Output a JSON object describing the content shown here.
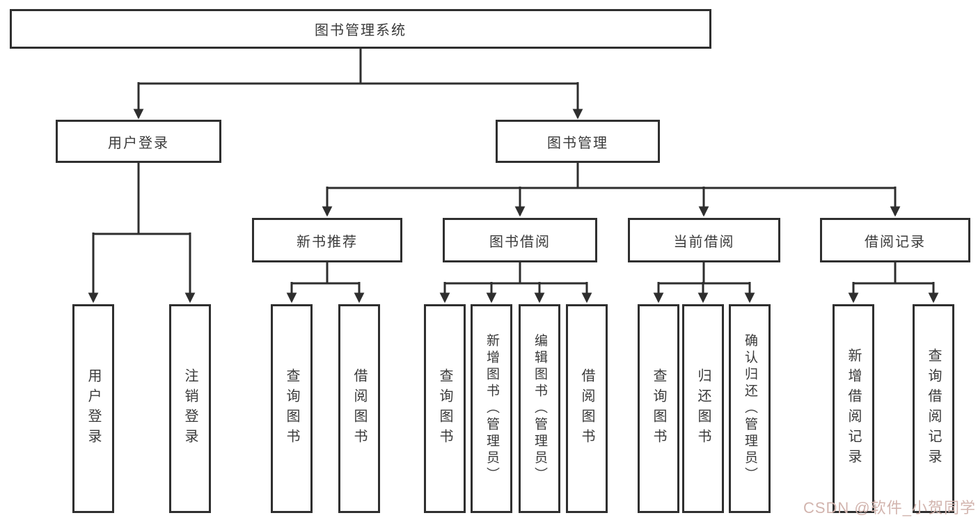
{
  "diagram": {
    "root": {
      "label": "图书管理系统"
    },
    "branches": [
      {
        "label": "用户登录",
        "children": [
          {
            "label": "用户登录"
          },
          {
            "label": "注销登录"
          }
        ]
      },
      {
        "label": "图书管理",
        "children": [
          {
            "label": "新书推荐",
            "children": [
              {
                "label": "查询图书"
              },
              {
                "label": "借阅图书"
              }
            ]
          },
          {
            "label": "图书借阅",
            "children": [
              {
                "label": "查询图书"
              },
              {
                "label": "新增图书（管理员）"
              },
              {
                "label": "编辑图书（管理员）"
              },
              {
                "label": "借阅图书"
              }
            ]
          },
          {
            "label": "当前借阅",
            "children": [
              {
                "label": "查询图书"
              },
              {
                "label": "归还图书"
              },
              {
                "label": "确认归还（管理员）"
              }
            ]
          },
          {
            "label": "借阅记录",
            "children": [
              {
                "label": "新增借阅记录"
              },
              {
                "label": "查询借阅记录"
              }
            ]
          }
        ]
      }
    ]
  },
  "colors": {
    "line": "#2e2e2e",
    "box_border": "#2f2f2f",
    "text": "#3a3a3a",
    "watermark": "#d2b4ae"
  },
  "watermark": {
    "text": "CSDN @软件_小贺同学"
  }
}
